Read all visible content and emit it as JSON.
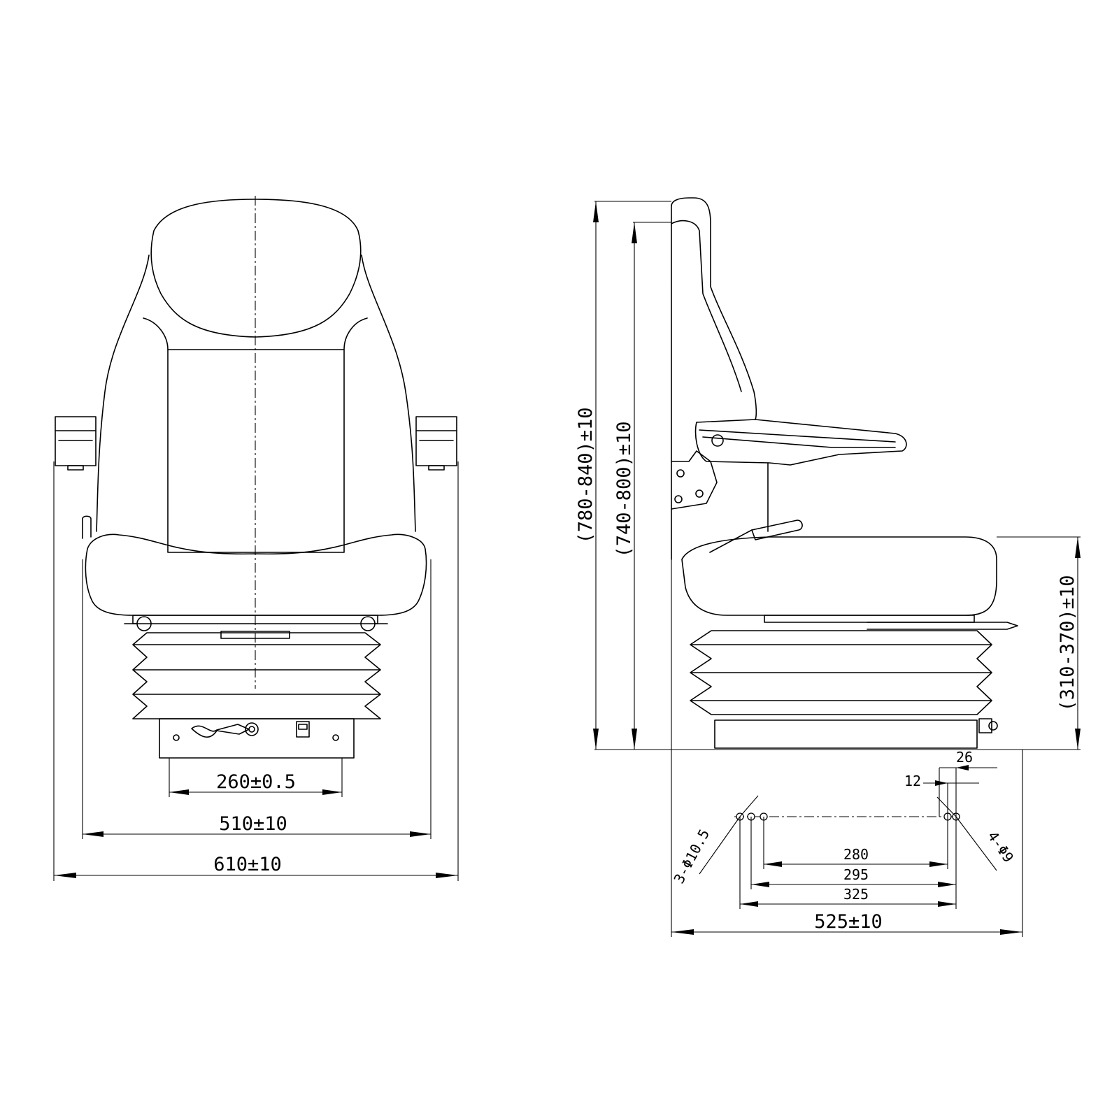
{
  "front_view": {
    "dims": {
      "mount_width": "260±0.5",
      "seat_width": "510±10",
      "overall_width": "610±10"
    }
  },
  "side_view": {
    "dims": {
      "overall_height": "(780-840)±10",
      "back_height": "(740-800)±10",
      "seat_height": "(310-370)±10",
      "overall_depth": "525±10",
      "hole_pitch_280": "280",
      "hole_pitch_295": "295",
      "hole_pitch_325": "325",
      "offset_12": "12",
      "offset_26": "26",
      "holes_3": "3-Φ10.5",
      "holes_4": "4-Φ9"
    }
  }
}
